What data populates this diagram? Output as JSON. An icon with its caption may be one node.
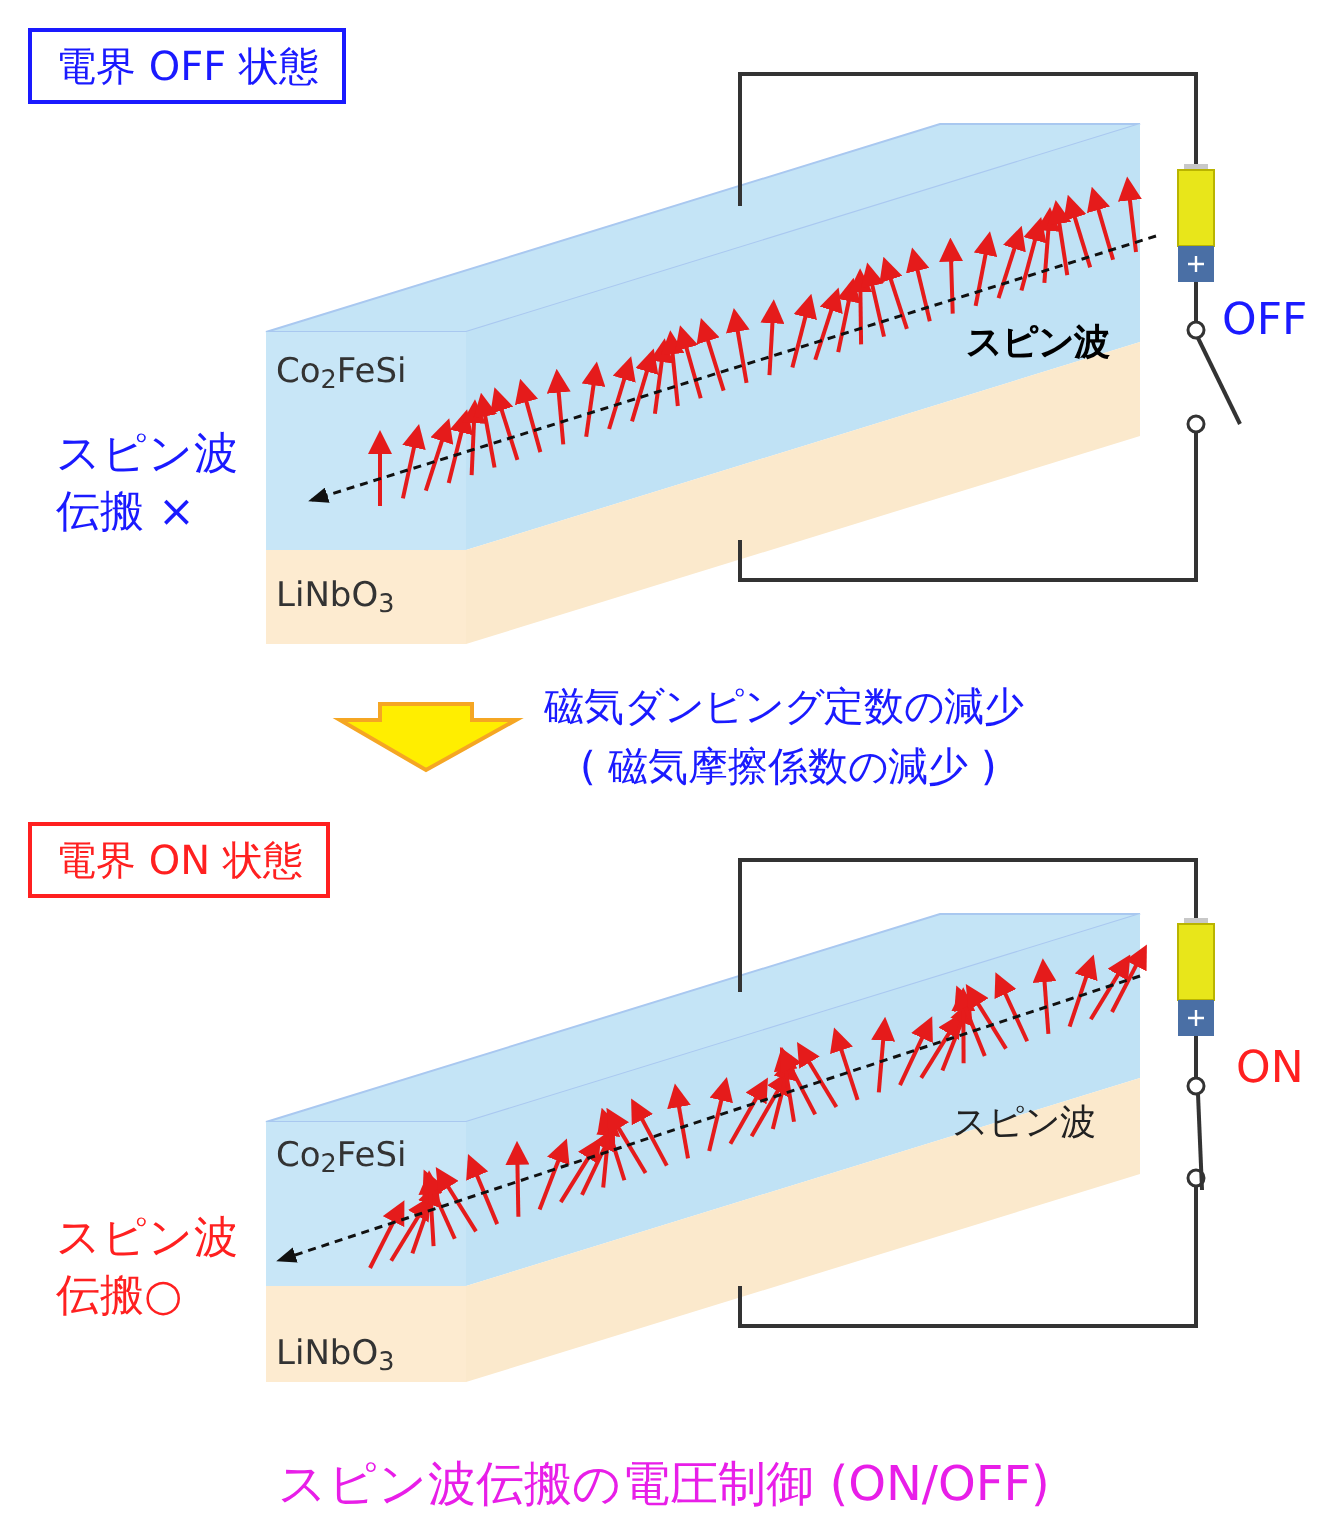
{
  "diagram": {
    "caption": "スピン波伝搬の電圧制御 (ON/OFF)",
    "nodes": [
      {
        "text": [
          "電界 OFF 状態"
        ]
      },
      {
        "text": [
          "電界 ON 状態"
        ]
      }
    ],
    "labels": [
      "Co$_{2}$FeSi",
      "スピン波",
      "OFF",
      "スピン波伝搬 ×",
      "LiNbO$_{3}$",
      "磁気ダンピング定数の減少",
      "( 磁気摩擦係数の減少 )",
      "Co$_{2}$FeSi",
      "スピン波",
      "ON",
      "スピン波伝搬○",
      "LiNbO$_{3}$"
    ]
  }
}
